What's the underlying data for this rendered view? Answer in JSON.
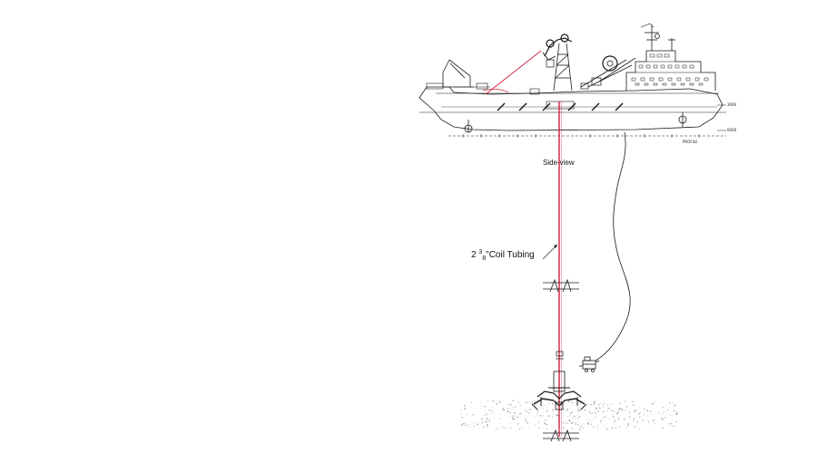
{
  "labels": {
    "side_view": "Side-view",
    "coil_tubing_prefix": "2 ",
    "coil_tubing_sup": "3",
    "coil_tubing_sub": "8",
    "coil_tubing_suffix": "\"Coil Tubing",
    "profile": "PROFILE",
    "dim_upper": "3000",
    "dim_lower": "6000"
  },
  "colors": {
    "tubing": "#d0203a",
    "lines": "#1a1a1a",
    "seabed": "#9a9a9a"
  }
}
